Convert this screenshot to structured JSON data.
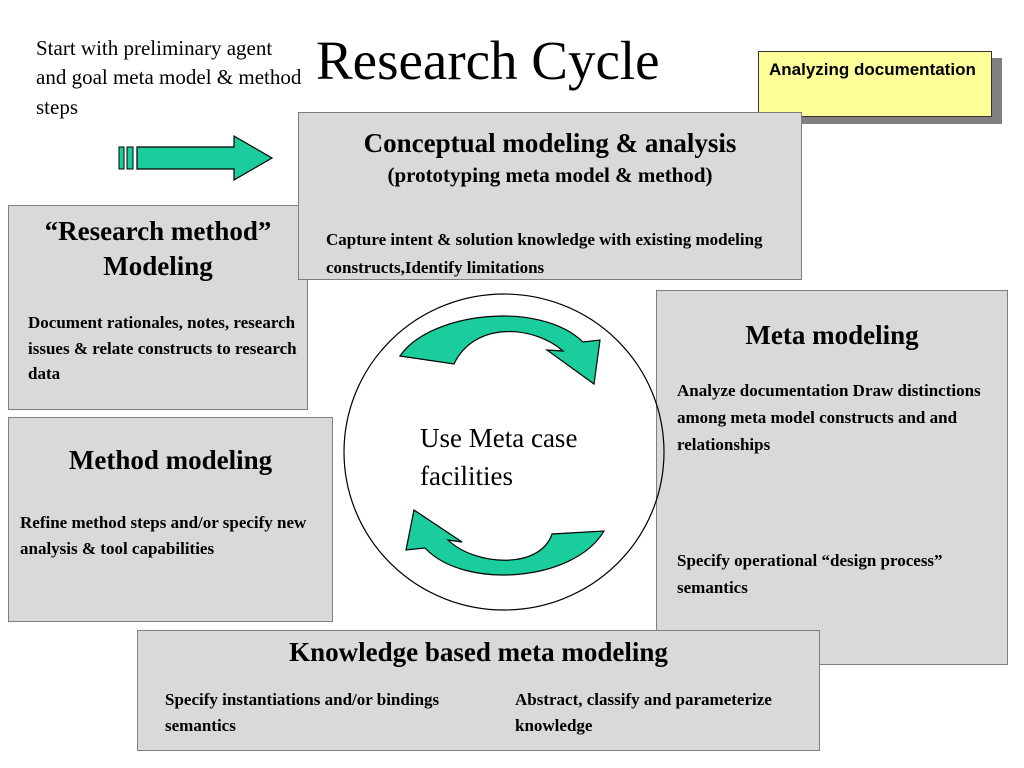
{
  "slide": {
    "title": "Research Cycle",
    "start_text": "Start with preliminary agent and goal meta model & method steps",
    "note": "Analyzing documentation",
    "conceptual": {
      "title": "Conceptual modeling & analysis",
      "subtitle": "(prototyping meta model & method)",
      "body": "Capture intent & solution knowledge with existing modeling constructs,Identify limitations"
    },
    "research_method": {
      "title_line1": "“Research method”",
      "title_line2": "Modeling",
      "body": "Document rationales, notes, research issues &  relate constructs to research data"
    },
    "method_modeling": {
      "title": "Method modeling",
      "body": "Refine method steps and/or specify new analysis & tool capabilities"
    },
    "meta_modeling": {
      "title": "Meta modeling",
      "body1": "Analyze documentation Draw distinctions among meta model constructs and and relationships",
      "body2": "Specify operational “design process” semantics"
    },
    "knowledge": {
      "title": "Knowledge based meta modeling",
      "left": "Specify instantiations and/or bindings semantics",
      "right": "Abstract, classify and parameterize knowledge"
    },
    "center": "Use Meta case facilities",
    "colors": {
      "box_fill": "#d9d9d9",
      "note_fill": "#ffff99",
      "arrow_fill": "#1bcc9c"
    }
  }
}
